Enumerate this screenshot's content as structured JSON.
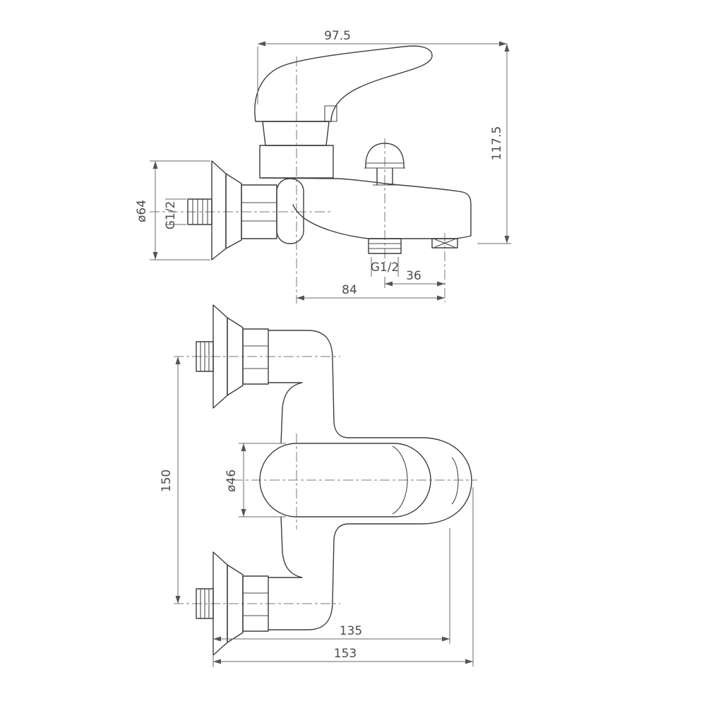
{
  "side_view": {
    "dim_handle_span": "97.5",
    "dim_total_height": "117.5",
    "dim_flange_diameter": "ø64",
    "dim_inlet_thread": "G1/2",
    "dim_outlet_thread": "G1/2",
    "dim_center_to_outlet": "84",
    "dim_outlet_spacing": "36"
  },
  "plan_view": {
    "dim_mounting_centers": "150",
    "dim_handle_diameter": "ø46",
    "dim_reach_inner": "135",
    "dim_reach_total": "153"
  }
}
